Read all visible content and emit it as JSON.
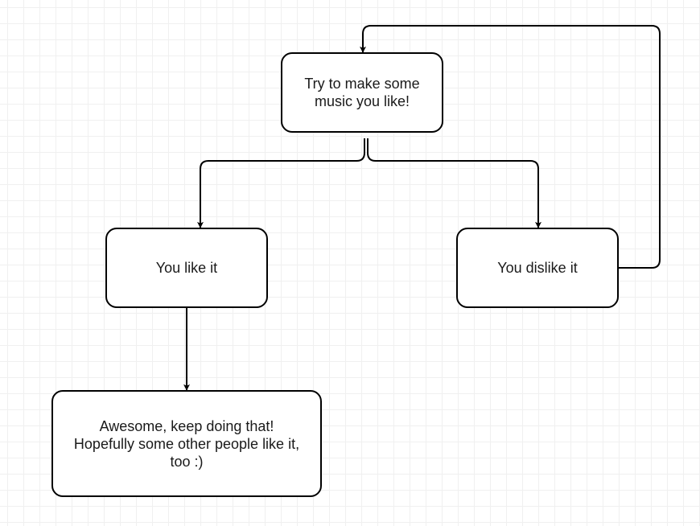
{
  "diagram": {
    "nodes": [
      {
        "id": "start",
        "text": "Try to make some\nmusic you like!"
      },
      {
        "id": "like",
        "text": "You like it"
      },
      {
        "id": "dislike",
        "text": "You dislike it"
      },
      {
        "id": "end",
        "text": "Awesome, keep doing that!\nHopefully some other people like it,\ntoo :)"
      }
    ],
    "edges": [
      {
        "from": "start",
        "to": "like"
      },
      {
        "from": "start",
        "to": "dislike"
      },
      {
        "from": "like",
        "to": "end"
      },
      {
        "from": "dislike",
        "to": "start"
      }
    ],
    "colors": {
      "stroke": "#000000",
      "grid": "#f0f0f0",
      "background": "#ffffff",
      "text": "#1a1a1a"
    }
  }
}
